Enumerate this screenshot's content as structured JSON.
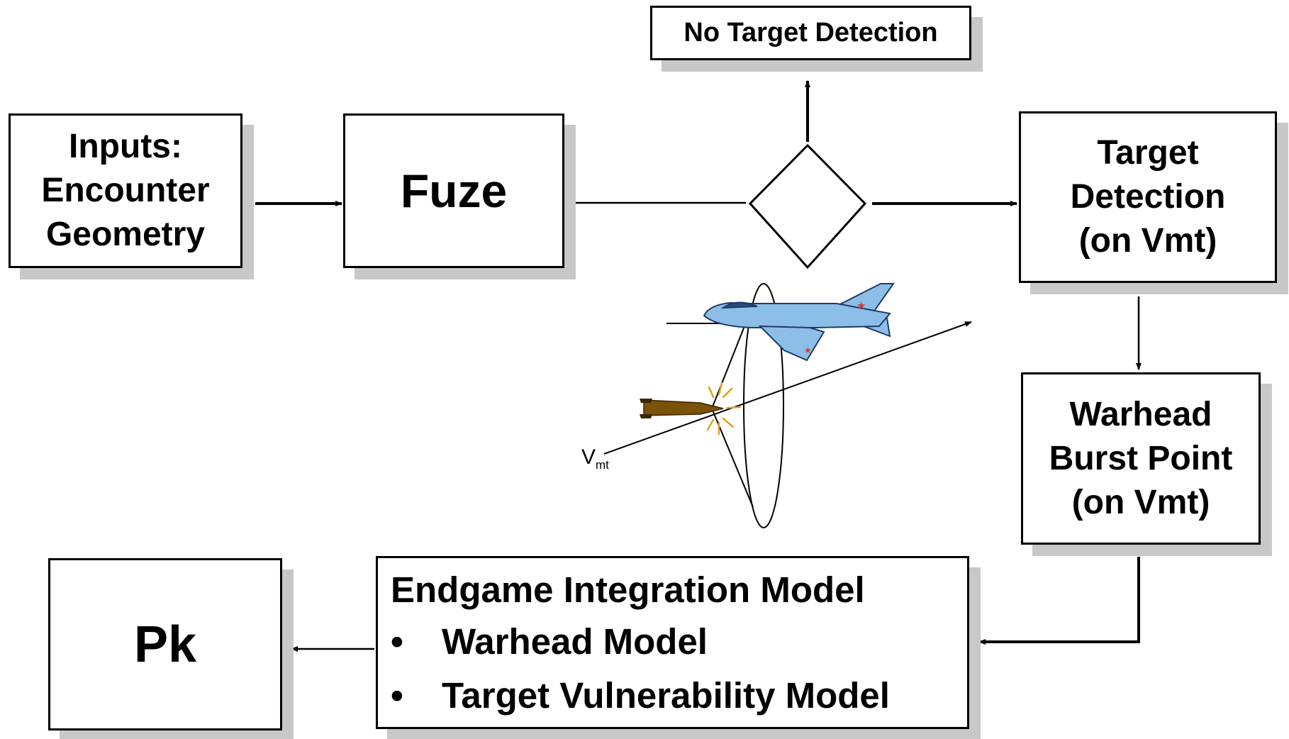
{
  "boxes": {
    "inputs": [
      "Inputs:",
      "Encounter",
      "Geometry"
    ],
    "fuze": "Fuze",
    "no_detection": "No Target Detection",
    "target_detection": [
      "Target",
      "Detection",
      "(on Vmt)"
    ],
    "warhead_burst": [
      "Warhead",
      "Burst Point",
      "(on Vmt)"
    ],
    "endgame": {
      "title": "Endgame Integration Model",
      "bullet": "•",
      "items": [
        "Warhead Model",
        "Target Vulnerability Model"
      ]
    },
    "pk": "Pk"
  },
  "illustration": {
    "vector_label": "V",
    "vector_subscript": "mt"
  },
  "colors": {
    "aircraft_fill": "#8cbfe8",
    "missile_fill": "#7a5208",
    "burst": "#e0a020",
    "shadow": "#c8c8c8"
  }
}
